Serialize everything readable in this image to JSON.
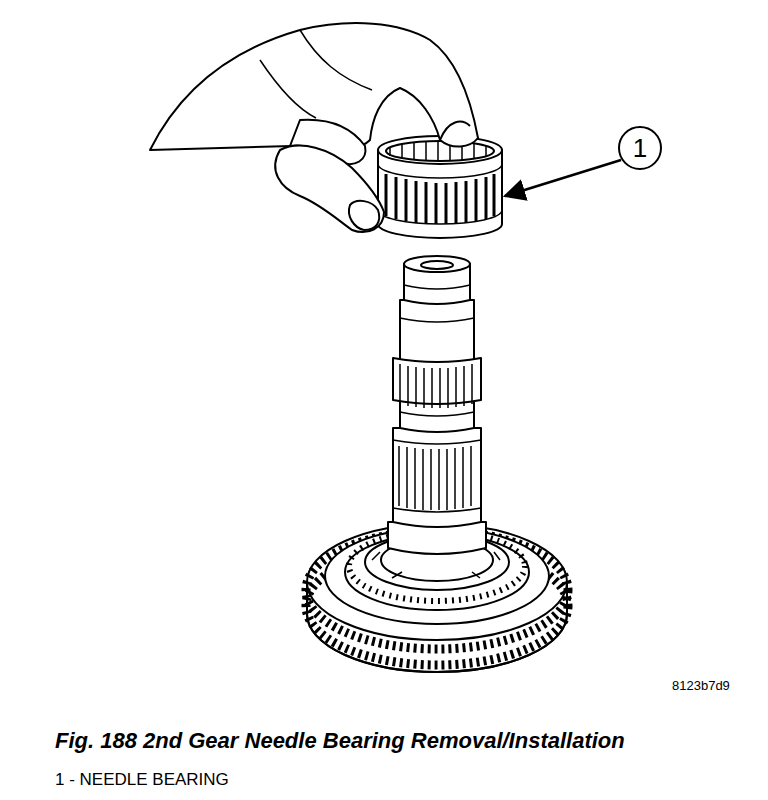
{
  "diagram": {
    "caption": "Fig. 188 2nd Gear Needle Bearing Removal/Installation",
    "nodes": [
      {
        "text": [
          "1"
        ]
      }
    ],
    "labels": [
      "8123b7d9",
      "1 - NEEDLE BEARING"
    ]
  }
}
